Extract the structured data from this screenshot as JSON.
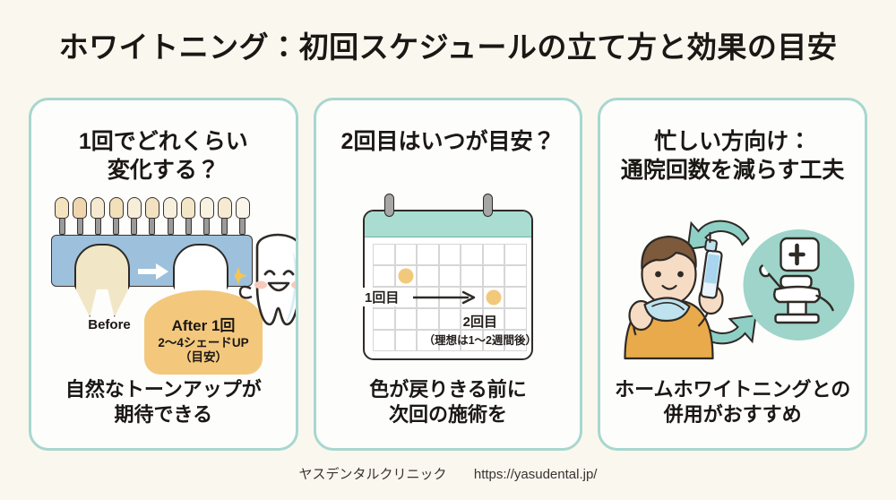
{
  "page": {
    "title": "ホワイトニング：初回スケジュールの立て方と効果の目安",
    "background_color": "#faf7ef",
    "accent_color": "#a7d7ce",
    "orange_color": "#f3c87d",
    "blue_color": "#9dc1dc"
  },
  "cards": [
    {
      "heading_line1": "1回でどれくらい",
      "heading_line2": "変化する？",
      "caption_line1": "自然なトーンアップが",
      "caption_line2": "期待できる",
      "illustration": {
        "name": "shade-guide-before-after",
        "before_label": "Before",
        "after_label": "After 1回",
        "after_sub1": "2〜4シェードUP",
        "after_sub2": "（目安）",
        "shade_tab_count": 11,
        "shade_tab_colors": [
          "#f3e3bf",
          "#f0d6ae",
          "#f5ead1",
          "#f1e0ba",
          "#f6eed9",
          "#f2e2c1",
          "#f7f0de",
          "#f3e6c7",
          "#f8f2e3",
          "#f5ead2",
          "#faf6ec"
        ]
      }
    },
    {
      "heading_line1": "2回目はいつが目安？",
      "heading_line2": "",
      "caption_line1": "色が戻りきる前に",
      "caption_line2": "次回の施術を",
      "illustration": {
        "name": "calendar-interval",
        "first_visit_label": "1回目",
        "second_visit_label": "2回目",
        "second_visit_note": "（理想は1〜2週間後）",
        "grid_columns": 7,
        "grid_rows": 5,
        "marked_cells": [
          9,
          20
        ]
      }
    },
    {
      "heading_line1": "忙しい方向け：",
      "heading_line2": "通院回数を減らす工夫",
      "caption_line1": "ホームホワイトニングとの",
      "caption_line2": "併用がおすすめ",
      "illustration": {
        "name": "home-and-office-cycle",
        "items": [
          "person-with-tray-and-syringe",
          "cycle-arrows",
          "dental-chair-icon"
        ]
      }
    }
  ],
  "footer": {
    "clinic_name": "ヤスデンタルクリニック",
    "url": "https://yasudental.jp/"
  }
}
